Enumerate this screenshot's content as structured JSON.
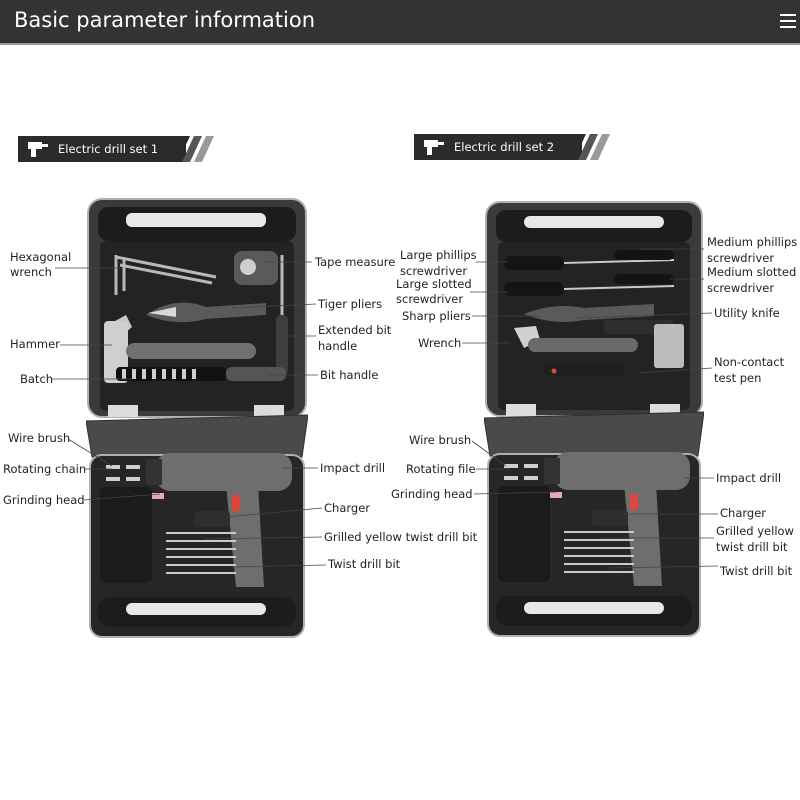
{
  "header": {
    "title": "Basic parameter information",
    "menu_icon": "hamburger-menu-icon"
  },
  "colors": {
    "header_bg": "#333333",
    "case_bg": "#2a2a2a",
    "tool_gray": "#6e6e6e",
    "accent": "#e0443a"
  },
  "sets": [
    {
      "badge": "Electric drill set 1",
      "labels": {
        "hex": "Hexagonal\nwrench",
        "tape": "Tape measure",
        "tiger": "Tiger pliers",
        "ext": "Extended bit\nhandle",
        "hammer": "Hammer",
        "batch": "Batch",
        "bithandle": "Bit handle",
        "wire": "Wire brush",
        "rotchain": "Rotating chain",
        "grind": "Grinding head",
        "impact": "Impact drill",
        "charger": "Charger",
        "grilled": "Grilled yellow twist drill bit",
        "twist": "Twist drill bit"
      }
    },
    {
      "badge": "Electric drill set 2",
      "labels": {
        "lphil": "Large phillips\nscrewdriver",
        "lslot": "Large slotted\nscrewdriver",
        "sharp": "Sharp pliers",
        "wrench": "Wrench",
        "mphil": "Medium phillips\nscrewdriver",
        "mslot": "Medium slotted\nscrewdriver",
        "knife": "Utility knife",
        "pen": "Non-contact\ntest pen",
        "wire": "Wire brush",
        "rotfile": "Rotating file",
        "grind": "Grinding head",
        "impact": "Impact drill",
        "charger": "Charger",
        "grilled": "Grilled yellow\ntwist drill bit",
        "twist": "Twist drill bit"
      }
    }
  ]
}
